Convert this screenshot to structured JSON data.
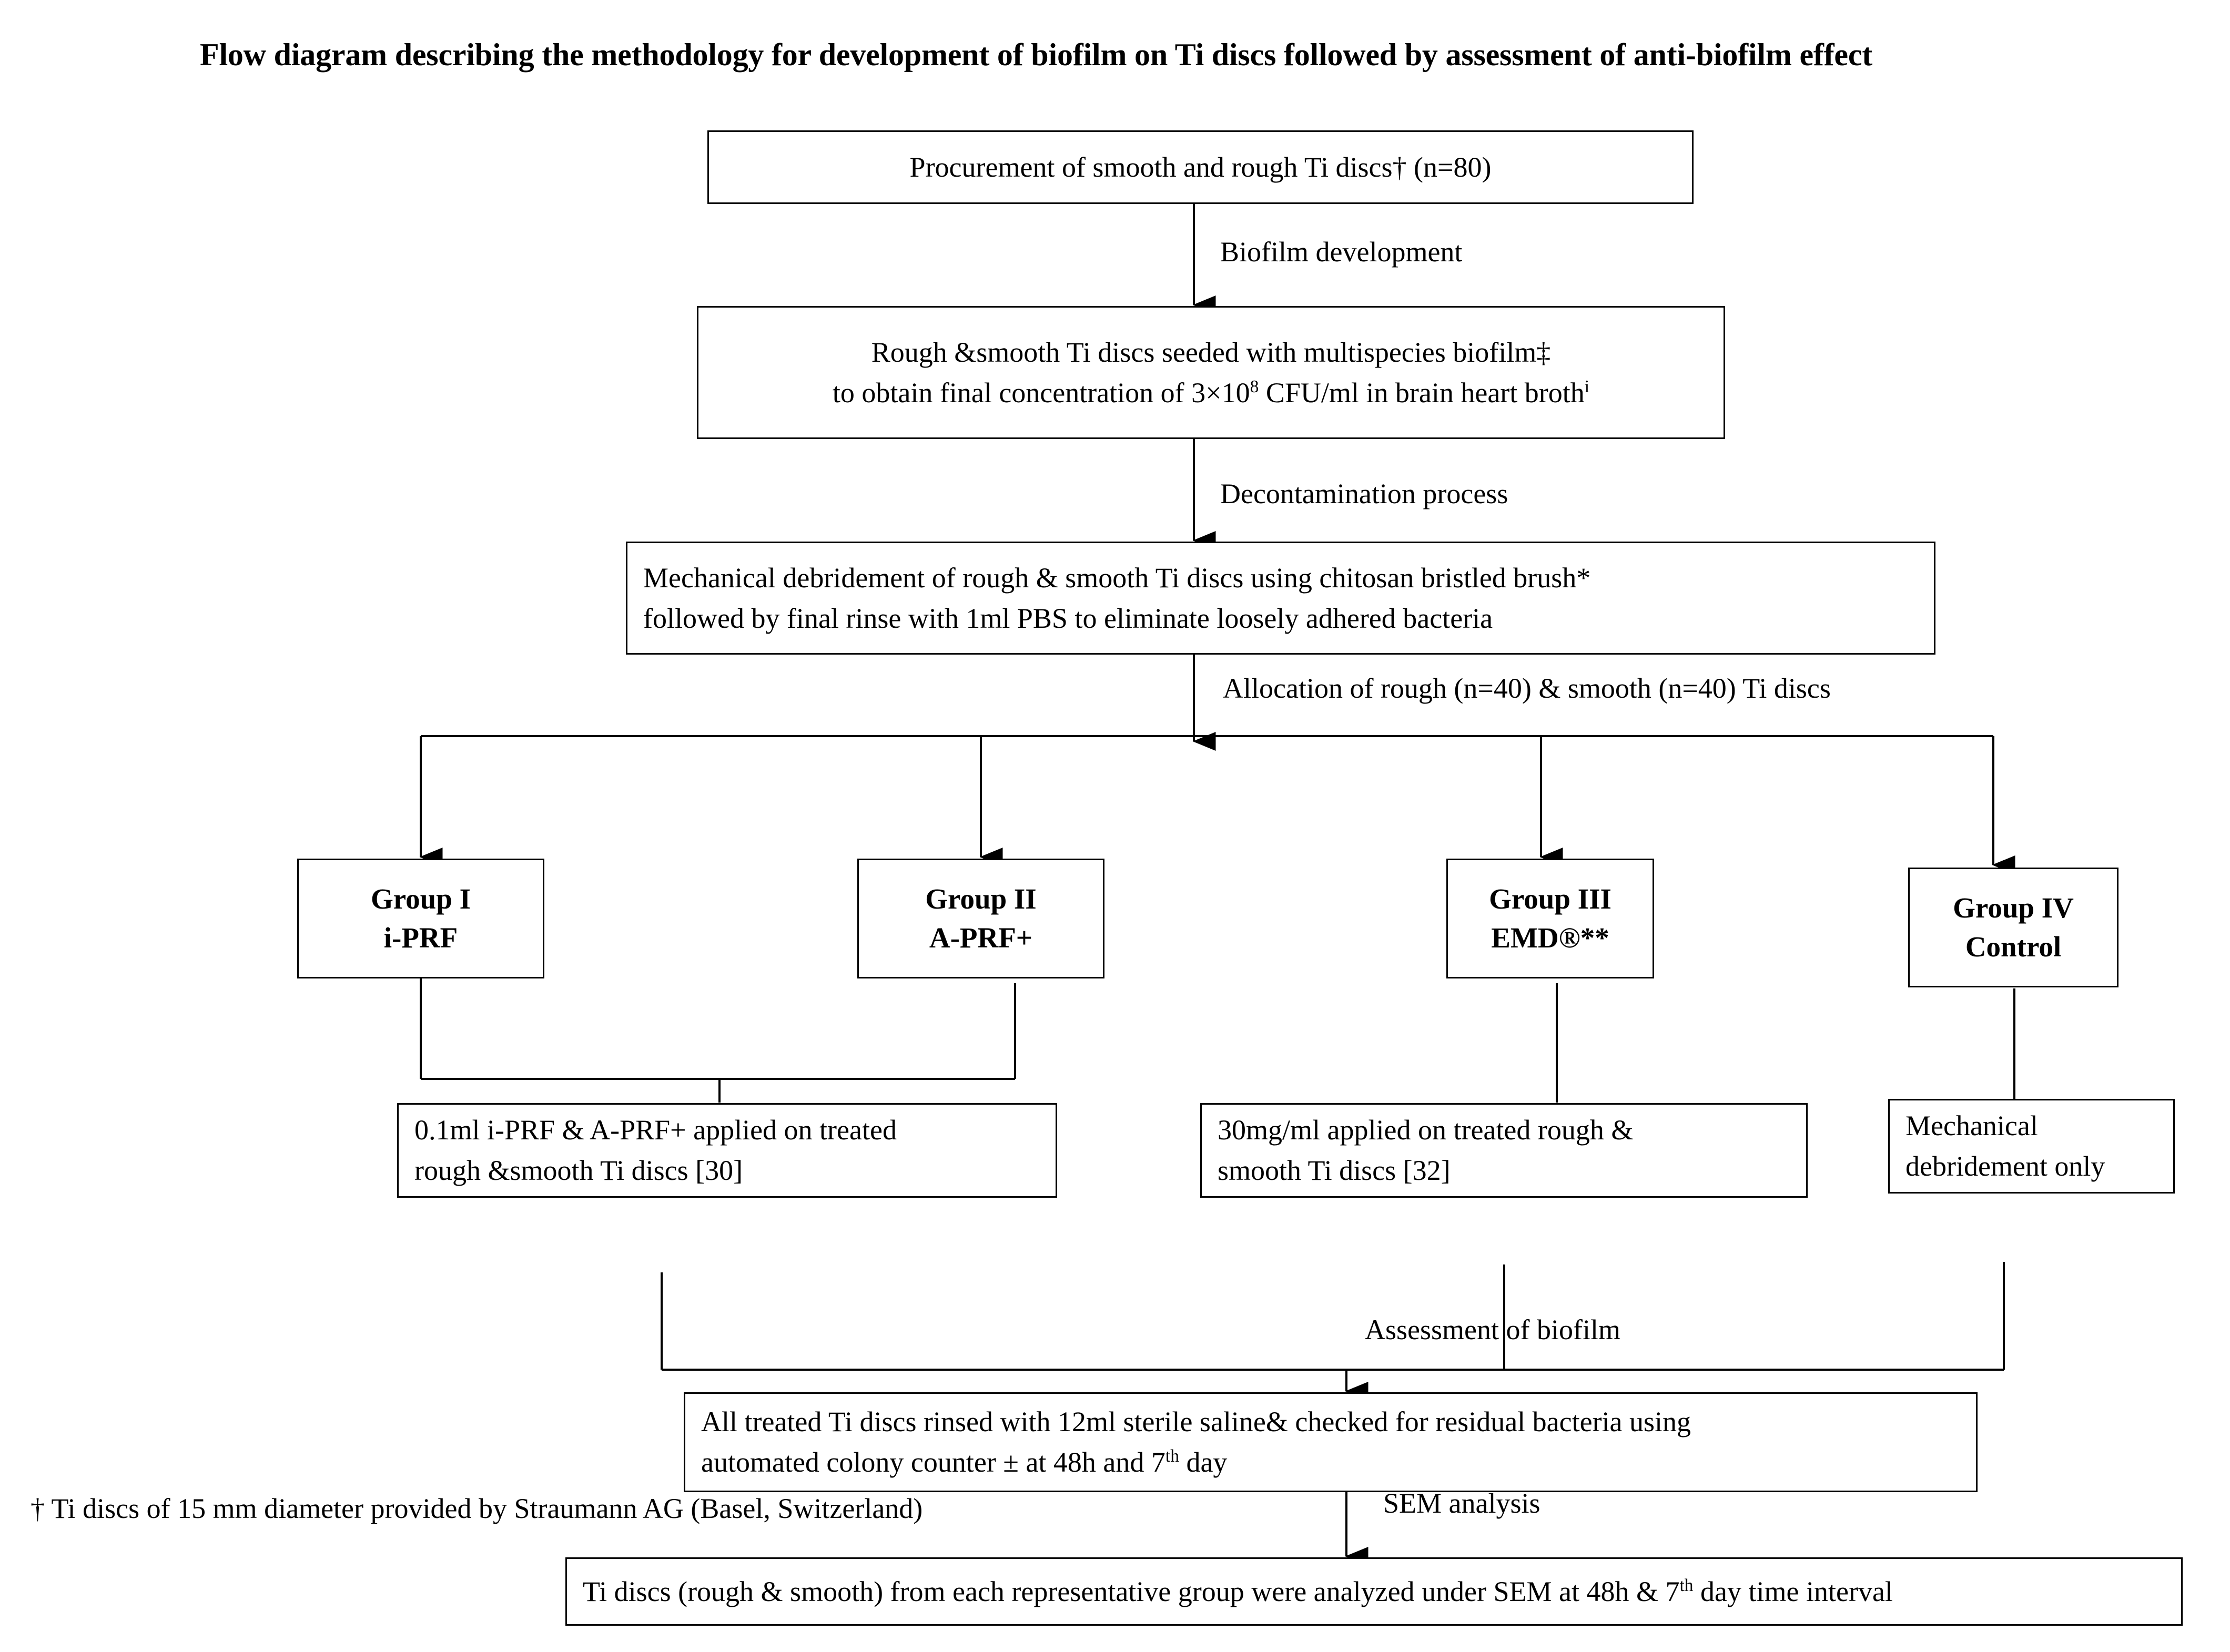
{
  "title": "Flow diagram describing the  methodology for development of biofilm on Ti discs followed by assessment of anti-biofilm effect",
  "nodes": {
    "procurement": {
      "line1": "Procurement of smooth and rough Ti discs† (n=80)"
    },
    "seeding": {
      "line1": "Rough &smooth Ti discs seeded with multispecies biofilm‡",
      "line2_a": "to obtain final concentration of 3×10",
      "line2_sup": "8",
      "line2_b": " CFU/ml in brain heart broth",
      "line2_sup2": "i"
    },
    "debridement": {
      "line1": "Mechanical debridement of rough & smooth Ti discs using chitosan bristled brush*",
      "line2": "followed by final rinse with 1ml PBS to eliminate loosely adhered bacteria"
    },
    "group1": {
      "line1": "Group I",
      "line2": "i-PRF"
    },
    "group2": {
      "line1": "Group II",
      "line2": "A-PRF+"
    },
    "group3": {
      "line1": "Group III",
      "line2": "EMD®**"
    },
    "group4": {
      "line1": "Group IV",
      "line2": "Control"
    },
    "treat_prf": {
      "line1": "0.1ml i-PRF & A-PRF+ applied on treated",
      "line2": "rough &smooth Ti discs [30]"
    },
    "treat_emd": {
      "line1": "30mg/ml applied on treated rough &",
      "line2": "smooth Ti discs [32]"
    },
    "treat_control": {
      "line1": "Mechanical",
      "line2": "debridement only"
    },
    "assessment": {
      "line1": "All treated Ti discs rinsed with 12ml sterile saline& checked for residual bacteria using",
      "line2_a": "automated colony counter ± at 48h and 7",
      "line2_sup": "th",
      "line2_b": " day"
    },
    "sem": {
      "line1_a": "Ti discs (rough & smooth) from each representative group were analyzed under SEM at 48h & 7",
      "line1_sup": "th",
      "line1_b": " day time interval"
    }
  },
  "edge_labels": {
    "biofilm_development": "Biofilm development",
    "decontamination": "Decontamination process",
    "allocation": "Allocation of rough (n=40) & smooth (n=40) Ti discs",
    "assessment_of_biofilm": "Assessment of biofilm",
    "sem_analysis": "SEM analysis"
  },
  "footnotes": {
    "dagger": "† Ti discs of 15 mm diameter provided by Straumann AG (Basel, Switzerland)"
  },
  "colors": {
    "stroke": "#000000",
    "background": "#ffffff",
    "text": "#000000"
  }
}
